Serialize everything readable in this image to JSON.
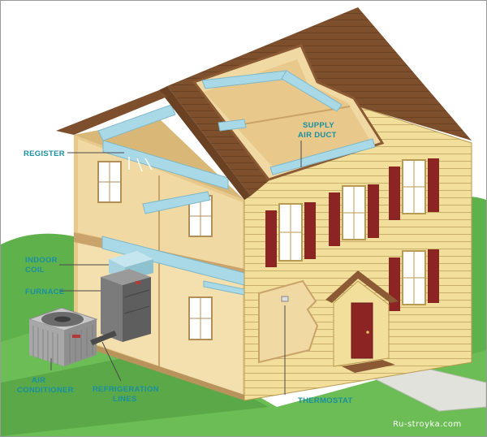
{
  "labels": {
    "register": "REGISTER",
    "supply_air_duct_1": "SUPPLY",
    "supply_air_duct_2": "AIR DUCT",
    "indoor_coil_1": "INDOOR",
    "indoor_coil_2": "COIL",
    "furnace": "FURNACE",
    "air_conditioner_1": "AIR",
    "air_conditioner_2": "CONDITIONER",
    "refrigeration_lines_1": "REFRIGERATION",
    "refrigeration_lines_2": "LINES",
    "thermostat": "THERMOSTAT"
  },
  "watermark": "Ru-stroyka.com",
  "colors": {
    "label": "#1a8fa0",
    "roof": "#8b5a34",
    "siding": "#f3df9c",
    "interior_wall": "#f1d9a4",
    "duct": "#a9d9e6",
    "shutter": "#8c2424",
    "grass": "#5fb14b",
    "sky": "#ffffff"
  }
}
